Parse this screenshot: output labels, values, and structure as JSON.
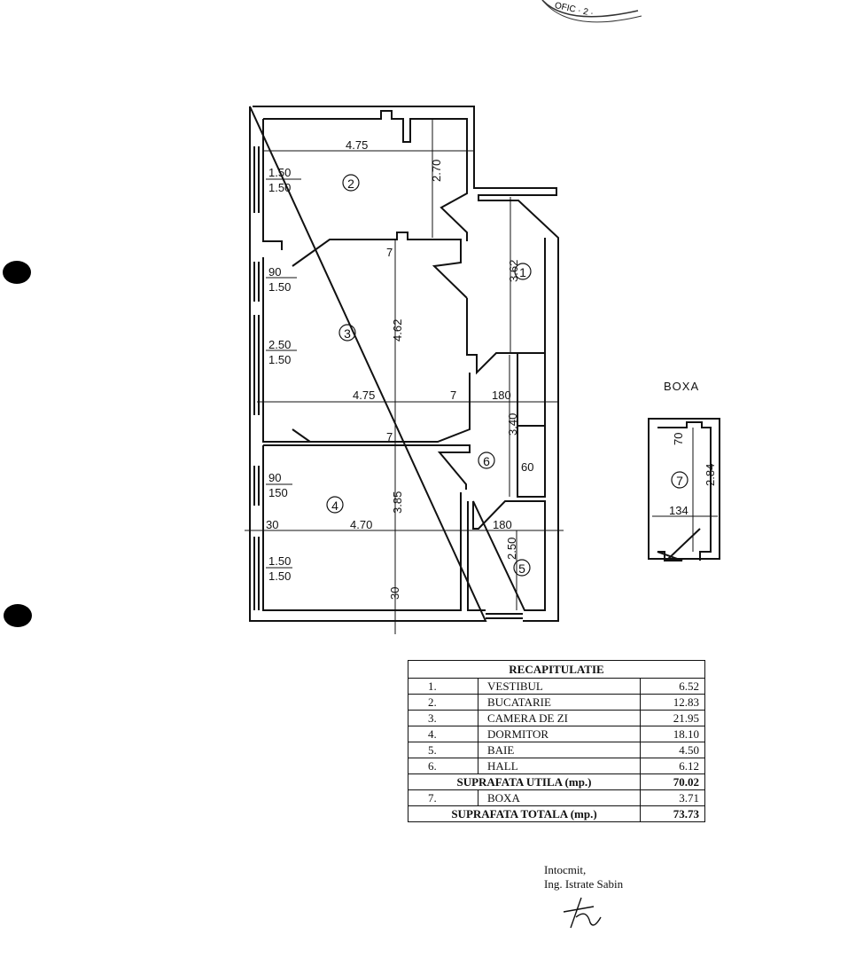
{
  "stamp": {
    "text": "OFIC · 2 ·"
  },
  "plan": {
    "rooms": [
      {
        "id": "1",
        "label": "1"
      },
      {
        "id": "2",
        "label": "2"
      },
      {
        "id": "3",
        "label": "3"
      },
      {
        "id": "4",
        "label": "4"
      },
      {
        "id": "5",
        "label": "5"
      },
      {
        "id": "6",
        "label": "6"
      },
      {
        "id": "7",
        "label": "7"
      }
    ],
    "dimensions": {
      "kitchen_width": "4.75",
      "kitchen_height": "2.70",
      "kitchen_window_a": "1.50",
      "kitchen_window_b": "1.50",
      "vestibul_height": "3.62",
      "living_window1_a": "90",
      "living_window1_b": "1.50",
      "living_window2_a": "2.50",
      "living_window2_b": "1.50",
      "living_height": "4.62",
      "living_width": "4.75",
      "hall_width": "180",
      "hall_height": "3.40",
      "closet_width": "60",
      "bedroom_window1_a": "90",
      "bedroom_window1_b": "150",
      "bedroom_wall": "30",
      "bedroom_width": "4.70",
      "bedroom_height": "3.85",
      "bath_width": "180",
      "bedroom_window2_a": "1.50",
      "bedroom_window2_b": "1.50",
      "bath_height": "2.50",
      "bottom_wall": "30",
      "boxa_width": "134",
      "boxa_height": "2.84",
      "boxa_door": "70",
      "tick_mark": "7"
    }
  },
  "boxa_title": "BOXA",
  "recap": {
    "title": "RECAPITULATIE",
    "rows": [
      {
        "idx": "1.",
        "name": "VESTIBUL",
        "value": "6.52"
      },
      {
        "idx": "2.",
        "name": "BUCATARIE",
        "value": "12.83"
      },
      {
        "idx": "3.",
        "name": "CAMERA DE ZI",
        "value": "21.95"
      },
      {
        "idx": "4.",
        "name": "DORMITOR",
        "value": "18.10"
      },
      {
        "idx": "5.",
        "name": "BAIE",
        "value": "4.50"
      },
      {
        "idx": "6.",
        "name": "HALL",
        "value": "6.12"
      }
    ],
    "subtotal_label": "SUPRAFATA UTILA (mp.)",
    "subtotal_value": "70.02",
    "extra": {
      "idx": "7.",
      "name": "BOXA",
      "value": "3.71"
    },
    "total_label": "SUPRAFATA TOTALA (mp.)",
    "total_value": "73.73"
  },
  "signature": {
    "line1": "Intocmit,",
    "line2": "Ing. Istrate Sabin"
  }
}
